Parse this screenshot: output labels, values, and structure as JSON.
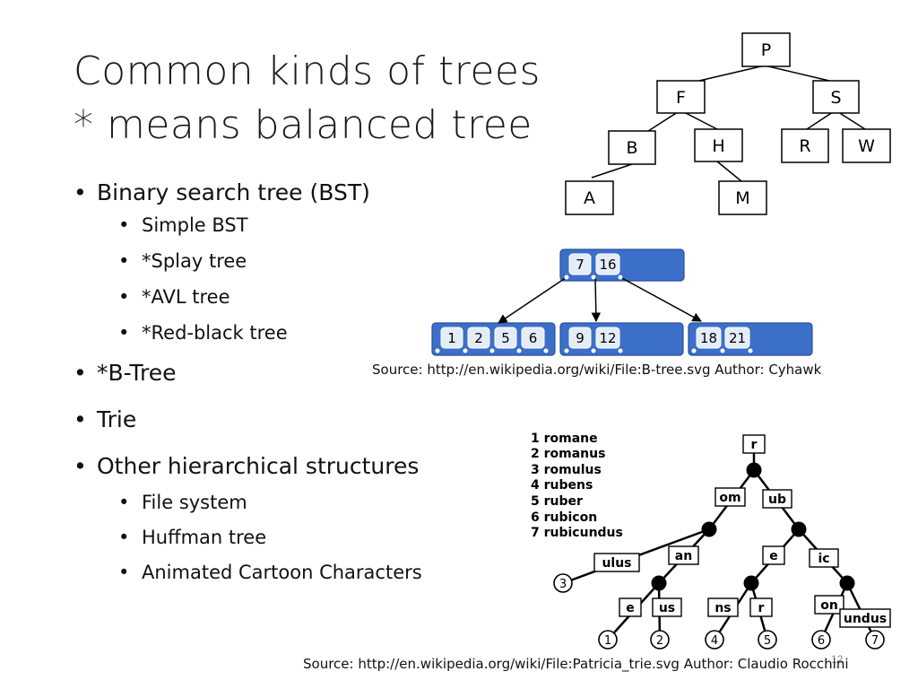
{
  "slide": {
    "title_line1": "Common kinds of trees",
    "title_line2": "* means balanced tree",
    "bullets": [
      {
        "text": "Binary search tree (BST)",
        "children": [
          "Simple BST",
          "*Splay tree",
          "*AVL tree",
          "*Red-black tree"
        ]
      },
      {
        "text": "*B-Tree",
        "children": []
      },
      {
        "text": "Trie",
        "children": []
      },
      {
        "text": "Other hierarchical structures",
        "children": [
          "File system",
          "Huffman tree",
          "Animated Cartoon Characters"
        ]
      }
    ],
    "page_number": "12"
  },
  "bst_diagram": {
    "nodes": [
      "P",
      "F",
      "S",
      "B",
      "H",
      "R",
      "W",
      "A",
      "M"
    ]
  },
  "btree_diagram": {
    "root_keys": [
      "7",
      "16"
    ],
    "children": [
      [
        "1",
        "2",
        "5",
        "6"
      ],
      [
        "9",
        "12"
      ],
      [
        "18",
        "21"
      ]
    ],
    "source": "Source: http://en.wikipedia.org/wiki/File:B-tree.svg Author: Cyhawk",
    "color": "#3c6fc9"
  },
  "trie_diagram": {
    "words": [
      "1 romane",
      "2 romanus",
      "3 romulus",
      "4 rubens",
      "5 ruber",
      "6 rubicon",
      "7 rubicundus"
    ],
    "edge_labels": [
      "r",
      "om",
      "ub",
      "ulus",
      "an",
      "e",
      "ic",
      "e",
      "us",
      "ns",
      "r",
      "on",
      "undus"
    ],
    "leaf_numbers": [
      "1",
      "2",
      "3",
      "4",
      "5",
      "6",
      "7"
    ],
    "source": "Source: http://en.wikipedia.org/wiki/File:Patricia_trie.svg Author: Claudio Rocchini"
  }
}
